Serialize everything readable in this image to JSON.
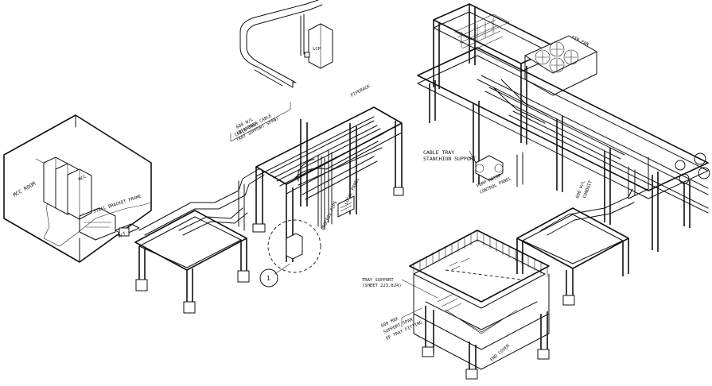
{
  "labels": {
    "mcc_room": "MCC ROOM",
    "mcc": "MCC",
    "mct": "MCT",
    "steel_bracket": "STEEL BRACKET FRAME",
    "lcp": "LCP",
    "fin_fan": "FIN FAN",
    "pipe_rack": "PIPERACK",
    "cable_tray": "CABLE TRAY",
    "cable_tray_note_1": "600 W/L",
    "cable_tray_note_2": "(STANDOFF CABLE",
    "cable_tray_note_3": "TRAY SUPPORT SPAN)",
    "process_pipe": "PROCESS PIPE",
    "local_panel": "LOCAL PANEL",
    "stanchion_1": "CABLE TRAY",
    "stanchion_2": "STANCHION SUPPORT",
    "pump_motor_1": "PUMP MOTOR",
    "pump_motor_2": "CONTROL PANEL",
    "tray_support_1": "TRAY SUPPORT",
    "tray_support_2": "(SHEET 223,824)",
    "span_1": "600 MAX",
    "span_2": "SUPPORT SPAN",
    "span_3": "OF TRAY FITTING",
    "end_cover": "END COVER",
    "right_note_1": "600 W/L",
    "right_note_2": "CONDUIT",
    "detail_callout": "1"
  }
}
